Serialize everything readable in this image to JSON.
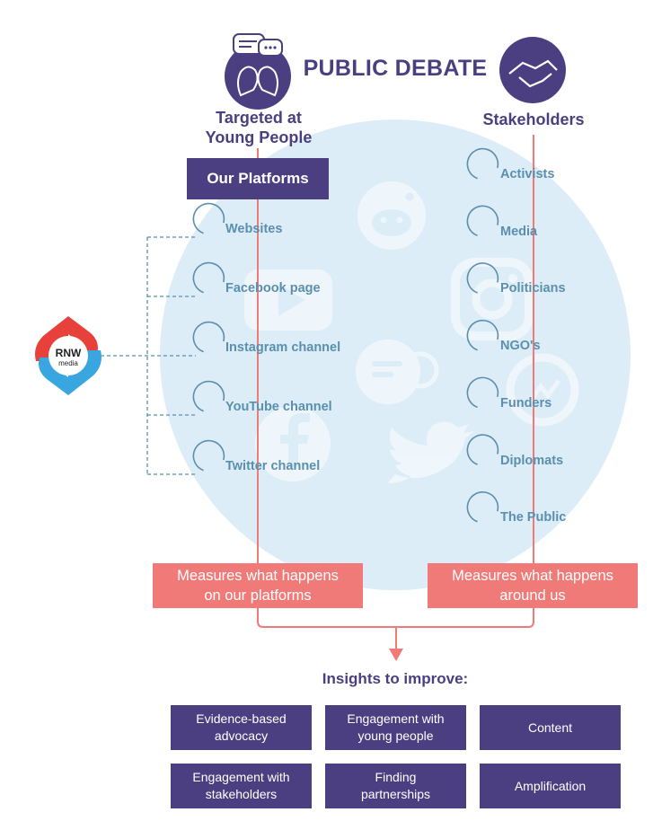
{
  "title": "PUBLIC DEBATE",
  "left_header": [
    "Targeted at",
    "Young People"
  ],
  "right_header": "Stakeholders",
  "platforms_label": "Our Platforms",
  "logo_text": [
    "RNW",
    "media"
  ],
  "platforms": [
    "Websites",
    "Facebook page",
    "Instagram channel",
    "YouTube channel",
    "Twitter channel"
  ],
  "stakeholders": [
    "Activists",
    "Media",
    "Politicians",
    "NGO's",
    "Funders",
    "Diplomats",
    "The Public"
  ],
  "measures_left": [
    "Measures what happens",
    "on our platforms"
  ],
  "measures_right": [
    "Measures what happens",
    "around us"
  ],
  "insights_title": "Insights to improve:",
  "insights": [
    [
      "Evidence-based",
      "advocacy"
    ],
    [
      "Engagement with",
      "young people"
    ],
    [
      "Content"
    ],
    [
      "Engagement with",
      "stakeholders"
    ],
    [
      "Finding",
      "partnerships"
    ],
    [
      "Amplification"
    ]
  ],
  "colors": {
    "purple": "#4b3f82",
    "coral": "#f07a78",
    "circle": "#dcedf8",
    "label_blue": "#5b8fae",
    "logo_red": "#e8413b",
    "logo_blue": "#3aa6df"
  }
}
